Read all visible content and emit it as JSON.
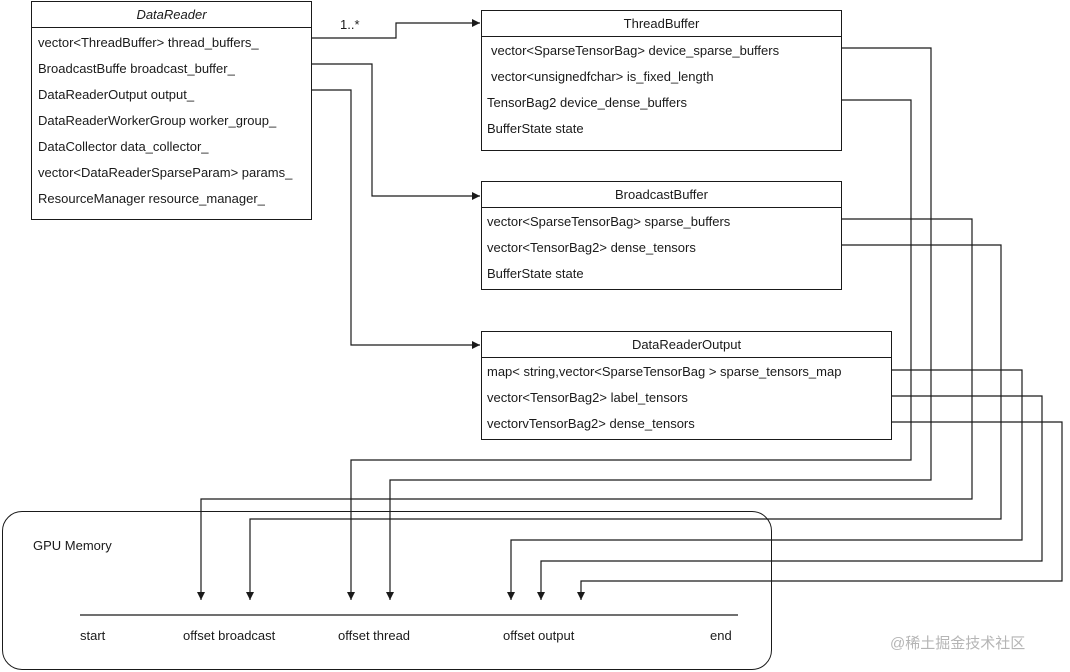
{
  "classes": {
    "data_reader": {
      "title": "DataReader",
      "fields": [
        "vector<ThreadBuffer> thread_buffers_",
        "BroadcastBuffe broadcast_buffer_",
        "DataReaderOutput output_",
        "DataReaderWorkerGroup worker_group_",
        "DataCollector data_collector_",
        "vector<DataReaderSparseParam> params_",
        "ResourceManager resource_manager_"
      ]
    },
    "thread_buffer": {
      "title": "ThreadBuffer",
      "fields": [
        "vector<SparseTensorBag> device_sparse_buffers",
        "vector<unsignedfchar> is_fixed_length",
        "TensorBag2 device_dense_buffers",
        "BufferState  state"
      ]
    },
    "broadcast_buffer": {
      "title": "BroadcastBuffer",
      "fields": [
        "vector<SparseTensorBag> sparse_buffers",
        "vector<TensorBag2> dense_tensors",
        "BufferState  state"
      ]
    },
    "data_reader_output": {
      "title": "DataReaderOutput",
      "fields": [
        "map< string,vector<SparseTensorBag > sparse_tensors_map",
        "vector<TensorBag2> label_tensors",
        "vectorvTensorBag2> dense_tensors"
      ]
    }
  },
  "multiplicity": "1..*",
  "memory": {
    "title": "GPU Memory",
    "labels": {
      "start": "start",
      "broadcast": "offset broadcast",
      "thread": "offset thread",
      "output": "offset output",
      "end": "end"
    }
  },
  "watermark": "@稀土掘金技术社区",
  "colors": {
    "line": "#1a1a1a",
    "watermark": "#b5b5b5"
  }
}
